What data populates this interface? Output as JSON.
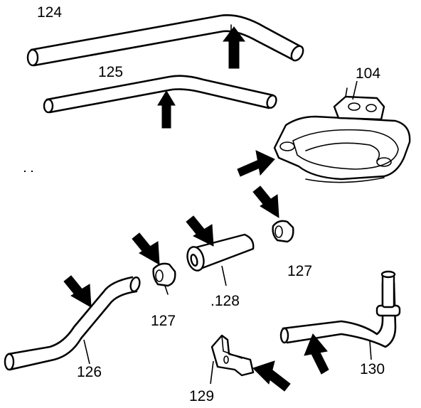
{
  "diagram": {
    "labels": {
      "l124": "124",
      "l125": "125",
      "l104": "104",
      "l127a": "127",
      "l127b": "127",
      "l128": ".128",
      "l126": "126",
      "l129": "129",
      "l130": "130"
    },
    "colors": {
      "ink": "#000000",
      "paper": "#ffffff"
    }
  }
}
